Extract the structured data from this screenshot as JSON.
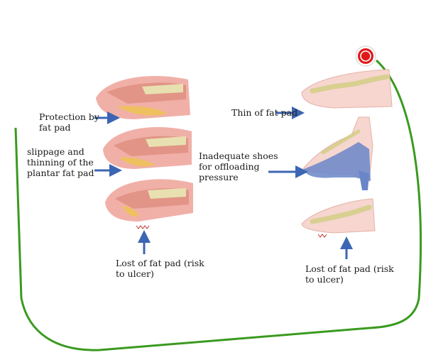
{
  "labels": {
    "protection": "Protection by\nfat pad",
    "slippage": "slippage and\nthinning of the\nplantar fat pad",
    "lost_left": "Lost of fat pad (risk\nto ulcer)",
    "thin": "Thin of fat pad",
    "shoes": "Inadequate shoes\nfor offloading\npressure",
    "lost_right": "Lost of fat pad (risk\nto ulcer)"
  },
  "colors": {
    "frame": "#3a9a1f",
    "badge": "#e01919",
    "arrow": "#3c66b3",
    "tissue": "#e89a9a",
    "bone": "#e8e0b0",
    "fat": "#efc060",
    "skin": "#f6d6cf",
    "shoe": "#6a86c8"
  }
}
